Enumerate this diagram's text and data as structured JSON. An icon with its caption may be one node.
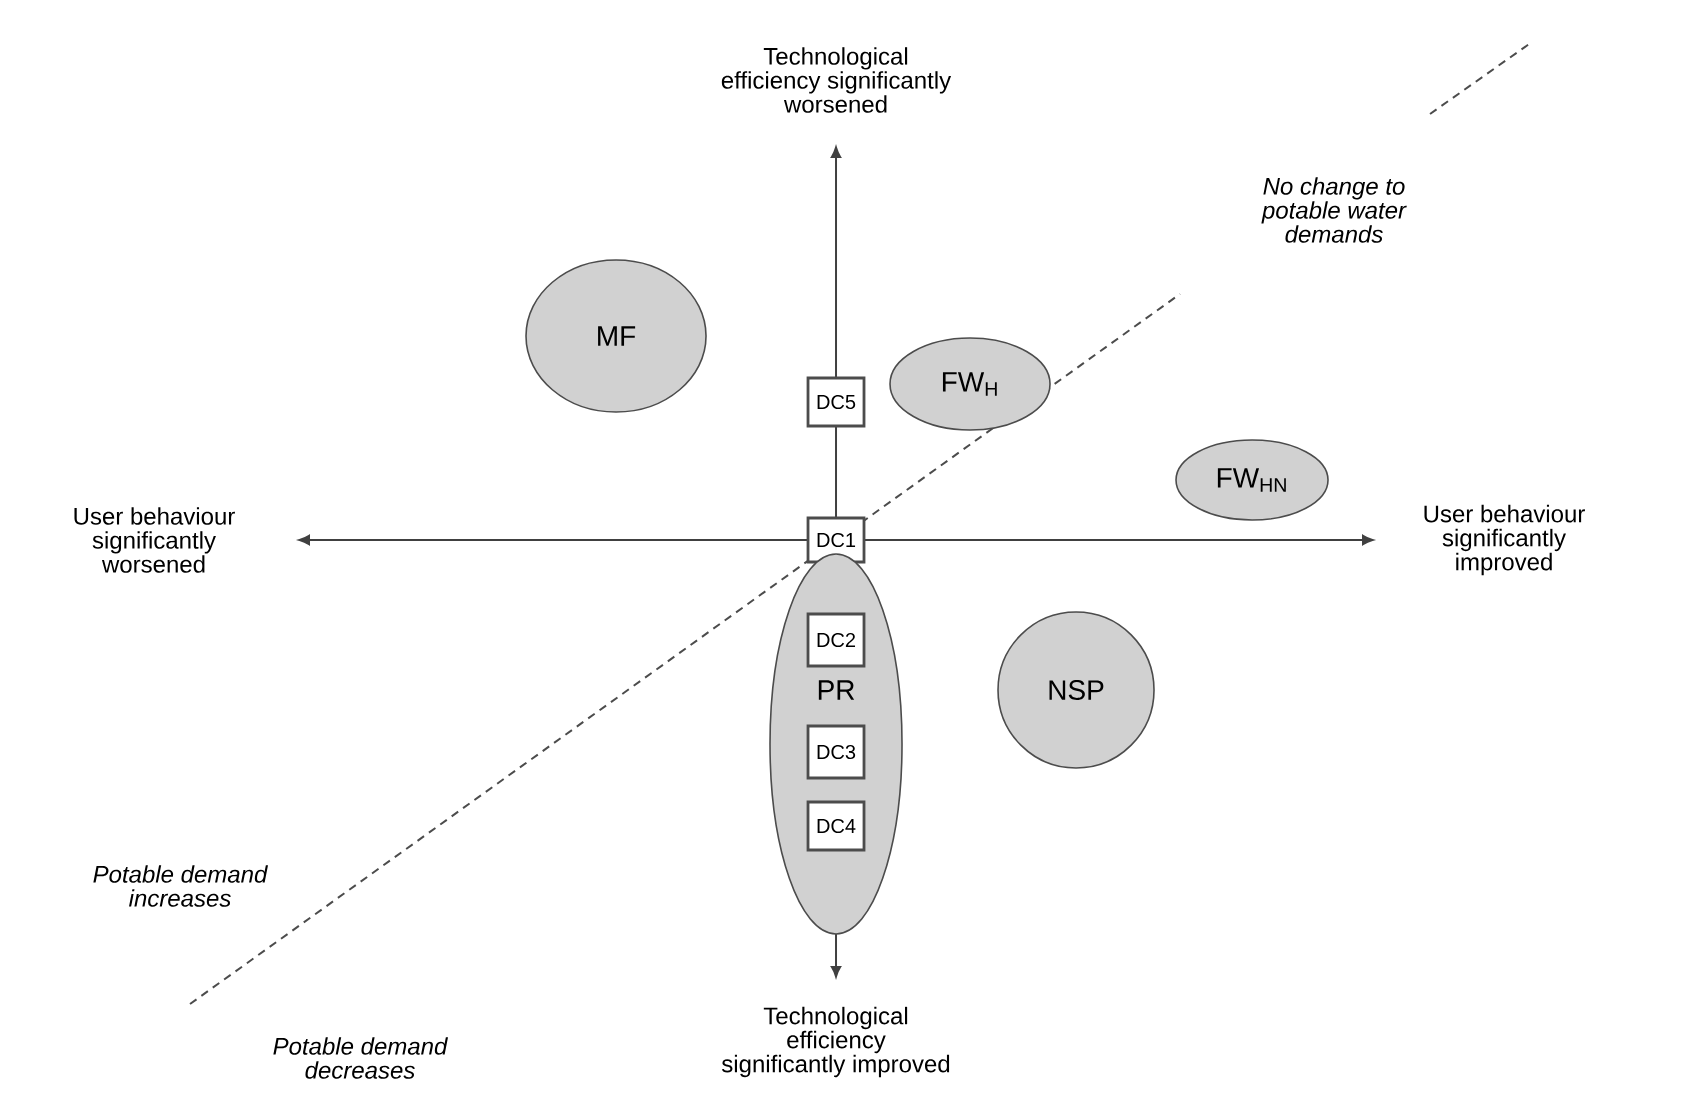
{
  "diagram": {
    "nodes": [
      {
        "text": [
          "MF"
        ]
      },
      {
        "text": [
          "DC5"
        ]
      },
      {
        "text": [
          "FW$_{H}$"
        ]
      },
      {
        "text": [
          "DC1"
        ]
      },
      {
        "text": [
          "FW$_{HN}$"
        ]
      },
      {
        "text": [
          "PR"
        ]
      },
      {
        "text": [
          "DC2"
        ],
        "in": 5
      },
      {
        "text": [
          "DC3"
        ],
        "in": 5
      },
      {
        "text": [
          "DC4"
        ],
        "in": 5
      },
      {
        "text": [
          "NSP"
        ]
      }
    ],
    "edges": [],
    "labels": [
      "Technological efficiency significantly worsened",
      "No change to potable water demands",
      "User behaviour significantly worsened",
      "User behaviour significantly improved",
      "Potable demand increases",
      "Technological efficiency significantly improved",
      "Potable demand decreases"
    ]
  }
}
